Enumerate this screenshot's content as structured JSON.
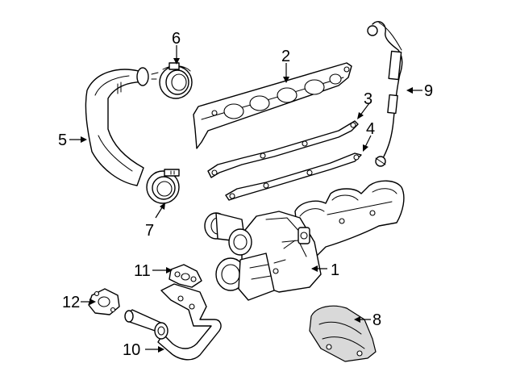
{
  "diagram": {
    "callouts": [
      {
        "id": "1",
        "label": "1"
      },
      {
        "id": "2",
        "label": "2"
      },
      {
        "id": "3",
        "label": "3"
      },
      {
        "id": "4",
        "label": "4"
      },
      {
        "id": "5",
        "label": "5"
      },
      {
        "id": "6",
        "label": "6"
      },
      {
        "id": "7",
        "label": "7"
      },
      {
        "id": "8",
        "label": "8"
      },
      {
        "id": "9",
        "label": "9"
      },
      {
        "id": "10",
        "label": "10"
      },
      {
        "id": "11",
        "label": "11"
      },
      {
        "id": "12",
        "label": "12"
      }
    ],
    "parts": [
      {
        "callout": "1",
        "icon": "turbocharger-icon"
      },
      {
        "callout": "2",
        "icon": "heat-shield-icon"
      },
      {
        "callout": "3",
        "icon": "gasket-icon"
      },
      {
        "callout": "4",
        "icon": "gasket-icon"
      },
      {
        "callout": "5",
        "icon": "intake-hose-icon"
      },
      {
        "callout": "6",
        "icon": "clamp-icon"
      },
      {
        "callout": "7",
        "icon": "clamp-icon"
      },
      {
        "callout": "8",
        "icon": "heat-shield-icon"
      },
      {
        "callout": "9",
        "icon": "oil-feed-line-icon"
      },
      {
        "callout": "10",
        "icon": "oil-return-pipe-icon"
      },
      {
        "callout": "11",
        "icon": "gasket-icon"
      },
      {
        "callout": "12",
        "icon": "gasket-icon"
      }
    ],
    "colors": {
      "line": "#000000",
      "background": "#ffffff",
      "shade": "#d9d9d9"
    }
  }
}
